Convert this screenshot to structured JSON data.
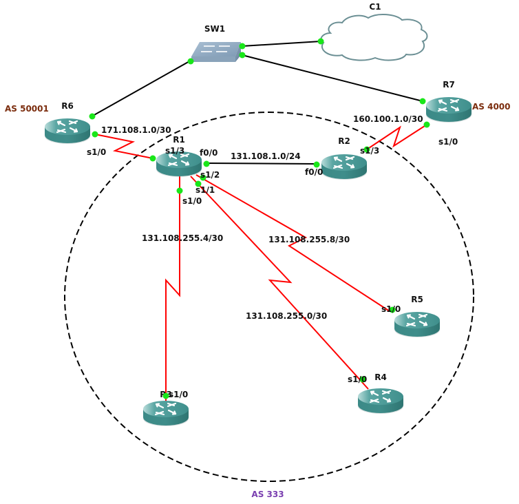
{
  "colors": {
    "ethernet_link": "#000000",
    "serial_link": "#ff0000",
    "port_dot": "#19e619",
    "as_external": "#7b2d0e",
    "as_internal": "#7a3fb0",
    "router_top": "#4c9c9a",
    "router_side": "#3a8784",
    "switch_body": "#8fa9c0",
    "cloud_stroke": "#6b8f94"
  },
  "devices": [
    {
      "id": "SW1",
      "type": "switch",
      "label": "SW1"
    },
    {
      "id": "C1",
      "type": "cloud",
      "label": "C1"
    },
    {
      "id": "R1",
      "type": "router",
      "label": "R1"
    },
    {
      "id": "R2",
      "type": "router",
      "label": "R2"
    },
    {
      "id": "R3",
      "type": "router",
      "label": "R3"
    },
    {
      "id": "R4",
      "type": "router",
      "label": "R4"
    },
    {
      "id": "R5",
      "type": "router",
      "label": "R5"
    },
    {
      "id": "R6",
      "type": "router",
      "label": "R6"
    },
    {
      "id": "R7",
      "type": "router",
      "label": "R7"
    }
  ],
  "links": [
    {
      "id": "sw1-c1",
      "type": "ethernet",
      "from": "SW1",
      "to": "C1"
    },
    {
      "id": "sw1-r6",
      "type": "ethernet",
      "from": "SW1",
      "to": "R6"
    },
    {
      "id": "sw1-r7",
      "type": "ethernet",
      "from": "SW1",
      "to": "R7"
    },
    {
      "id": "r6-r1",
      "type": "serial",
      "from": "R6",
      "to": "R1",
      "network": "171.108.1.0/30",
      "from_if": "s1/0",
      "to_if": "s1/3"
    },
    {
      "id": "r1-r2",
      "type": "ethernet",
      "from": "R1",
      "to": "R2",
      "network": "131.108.1.0/24",
      "from_if": "f0/0",
      "to_if": "f0/0"
    },
    {
      "id": "r7-r2",
      "type": "serial",
      "from": "R7",
      "to": "R2",
      "network": "160.100.1.0/30",
      "from_if": "s1/0",
      "to_if": "s1/3"
    },
    {
      "id": "r1-r3",
      "type": "serial",
      "from": "R1",
      "to": "R3",
      "network": "131.108.255.4/30",
      "from_if": "s1/0",
      "to_if": "s1/0"
    },
    {
      "id": "r1-r4",
      "type": "serial",
      "from": "R1",
      "to": "R4",
      "network": "131.108.255.0/30",
      "from_if": "s1/1",
      "to_if": "s1/0"
    },
    {
      "id": "r1-r5",
      "type": "serial",
      "from": "R1",
      "to": "R5",
      "network": "131.108.255.8/30",
      "from_if": "s1/2",
      "to_if": "s1/0"
    }
  ],
  "as_areas": [
    {
      "id": "as333",
      "label": "AS 333",
      "members": [
        "R1",
        "R2",
        "R3",
        "R4",
        "R5"
      ]
    },
    {
      "id": "as50001",
      "label": "AS 50001",
      "members": [
        "R6"
      ]
    },
    {
      "id": "as4000",
      "label": "AS 4000",
      "members": [
        "R7"
      ]
    }
  ]
}
